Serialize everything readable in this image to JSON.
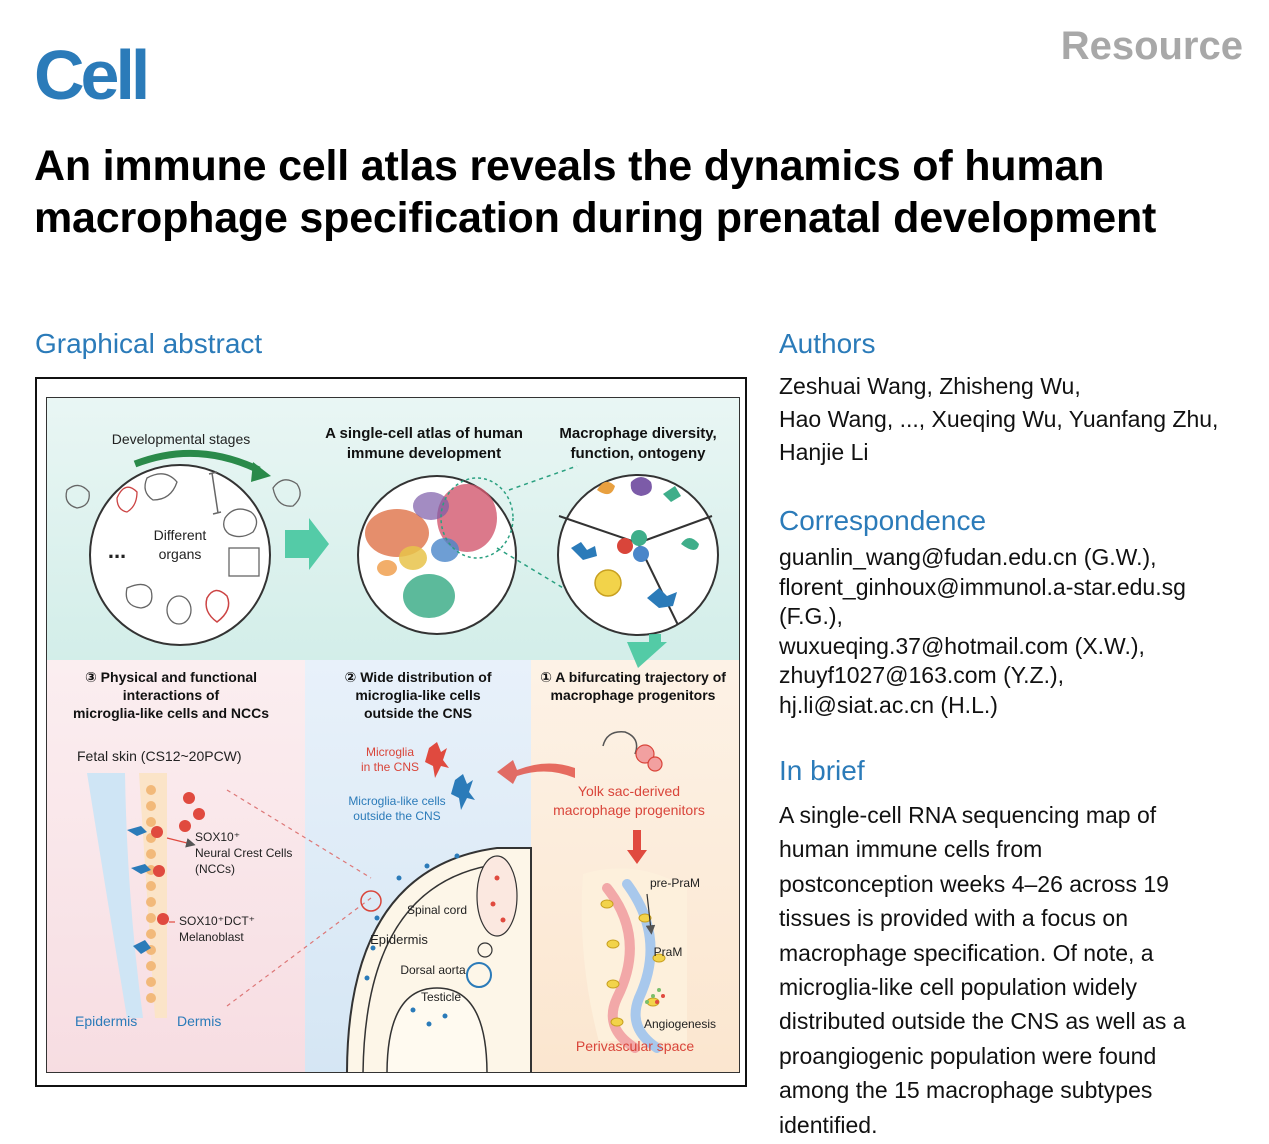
{
  "journal": "Cell",
  "article_type": "Resource",
  "title": "An immune cell atlas reveals the dynamics of human macrophage specification during prenatal development",
  "graphical_abstract": {
    "heading": "Graphical abstract",
    "labels": {
      "dev_stages": "Developmental stages",
      "different": "Different",
      "organs": "organs",
      "ellipsis": "...",
      "atlas_1": "A single-cell atlas of human",
      "atlas_2": "immune development",
      "diversity_1": "Macrophage diversity,",
      "diversity_2": "function, ontogeny",
      "p3_1": "③ Physical and functional",
      "p3_2": "interactions of",
      "p3_3": "microglia-like cells and NCCs",
      "p2_1": "② Wide distribution of",
      "p2_2": "microglia-like cells",
      "p2_3": "outside the CNS",
      "p1_1": "① A bifurcating trajectory of",
      "p1_2": "macrophage progenitors",
      "fetal_skin": "Fetal skin (CS12~20PCW)",
      "sox10": "SOX10⁺",
      "ncc_1": "Neural Crest Cells",
      "ncc_2": "(NCCs)",
      "sox10dct": "SOX10⁺DCT⁺",
      "melanoblast": "Melanoblast",
      "epidermis_l": "Epidermis",
      "dermis": "Dermis",
      "microglia_1": "Microglia",
      "microglia_2": "in the CNS",
      "mlc_1": "Microglia-like cells",
      "mlc_2": "outside the CNS",
      "spinal": "Spinal cord",
      "epidermis_m": "Epidermis",
      "dorsal": "Dorsal aorta",
      "testicle": "Testicle",
      "yolk_1": "Yolk sac-derived",
      "yolk_2": "macrophage progenitors",
      "prepram": "pre-PraM",
      "pram": "PraM",
      "angio": "Angiogenesis",
      "perivascular": "Perivascular space"
    }
  },
  "authors": {
    "heading": "Authors",
    "lines": [
      "Zeshuai Wang, Zhisheng Wu,",
      "Hao Wang, ..., Xueqing Wu, Yuanfang Zhu,",
      "Hanjie Li"
    ]
  },
  "correspondence": {
    "heading": "Correspondence",
    "lines": [
      "guanlin_wang@fudan.edu.cn (G.W.),",
      "florent_ginhoux@immunol.a-star.edu.sg",
      "(F.G.),",
      "wuxueqing.37@hotmail.com (X.W.),",
      "zhuyf1027@163.com (Y.Z.),",
      "hj.li@siat.ac.cn (H.L.)"
    ]
  },
  "in_brief": {
    "heading": "In brief",
    "lines": [
      "A single-cell RNA sequencing map of",
      "human immune cells from",
      "postconception weeks 4–26 across 19",
      "tissues is provided with a focus on",
      "macrophage specification. Of note, a",
      "microglia-like cell population widely",
      "distributed outside the CNS as well as a",
      "proangiogenic population were found",
      "among the 15 macrophage subtypes",
      "identified."
    ]
  },
  "colors": {
    "brand": "#2b7bb9",
    "type_label": "#a8a8a8",
    "red_label": "#d9453a",
    "blue_label": "#2b7bb9"
  }
}
